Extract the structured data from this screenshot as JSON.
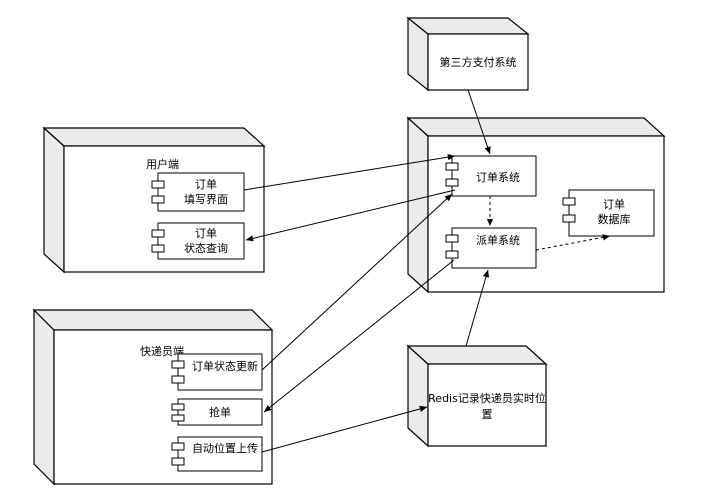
{
  "nodes": {
    "user_client": {
      "label": "用户端"
    },
    "courier_client": {
      "label": "快递员端"
    },
    "payment": {
      "label": "第三方支付系统"
    },
    "redis": {
      "label_line1": "Redis记录快递员实时位",
      "label_line2": "置"
    }
  },
  "components": {
    "order_fill": {
      "line1": "订单",
      "line2": "填写界面"
    },
    "status_query": {
      "line1": "订单",
      "line2": "状态查询"
    },
    "order_system": {
      "line1": "订单系统"
    },
    "dispatch_system": {
      "line1": "派单系统"
    },
    "order_db": {
      "line1": "订单",
      "line2": "数据库"
    },
    "status_update": {
      "line1": "订单状态更新"
    },
    "grab_order": {
      "line1": "抢单"
    },
    "location_upload": {
      "line1": "自动位置上传"
    }
  }
}
